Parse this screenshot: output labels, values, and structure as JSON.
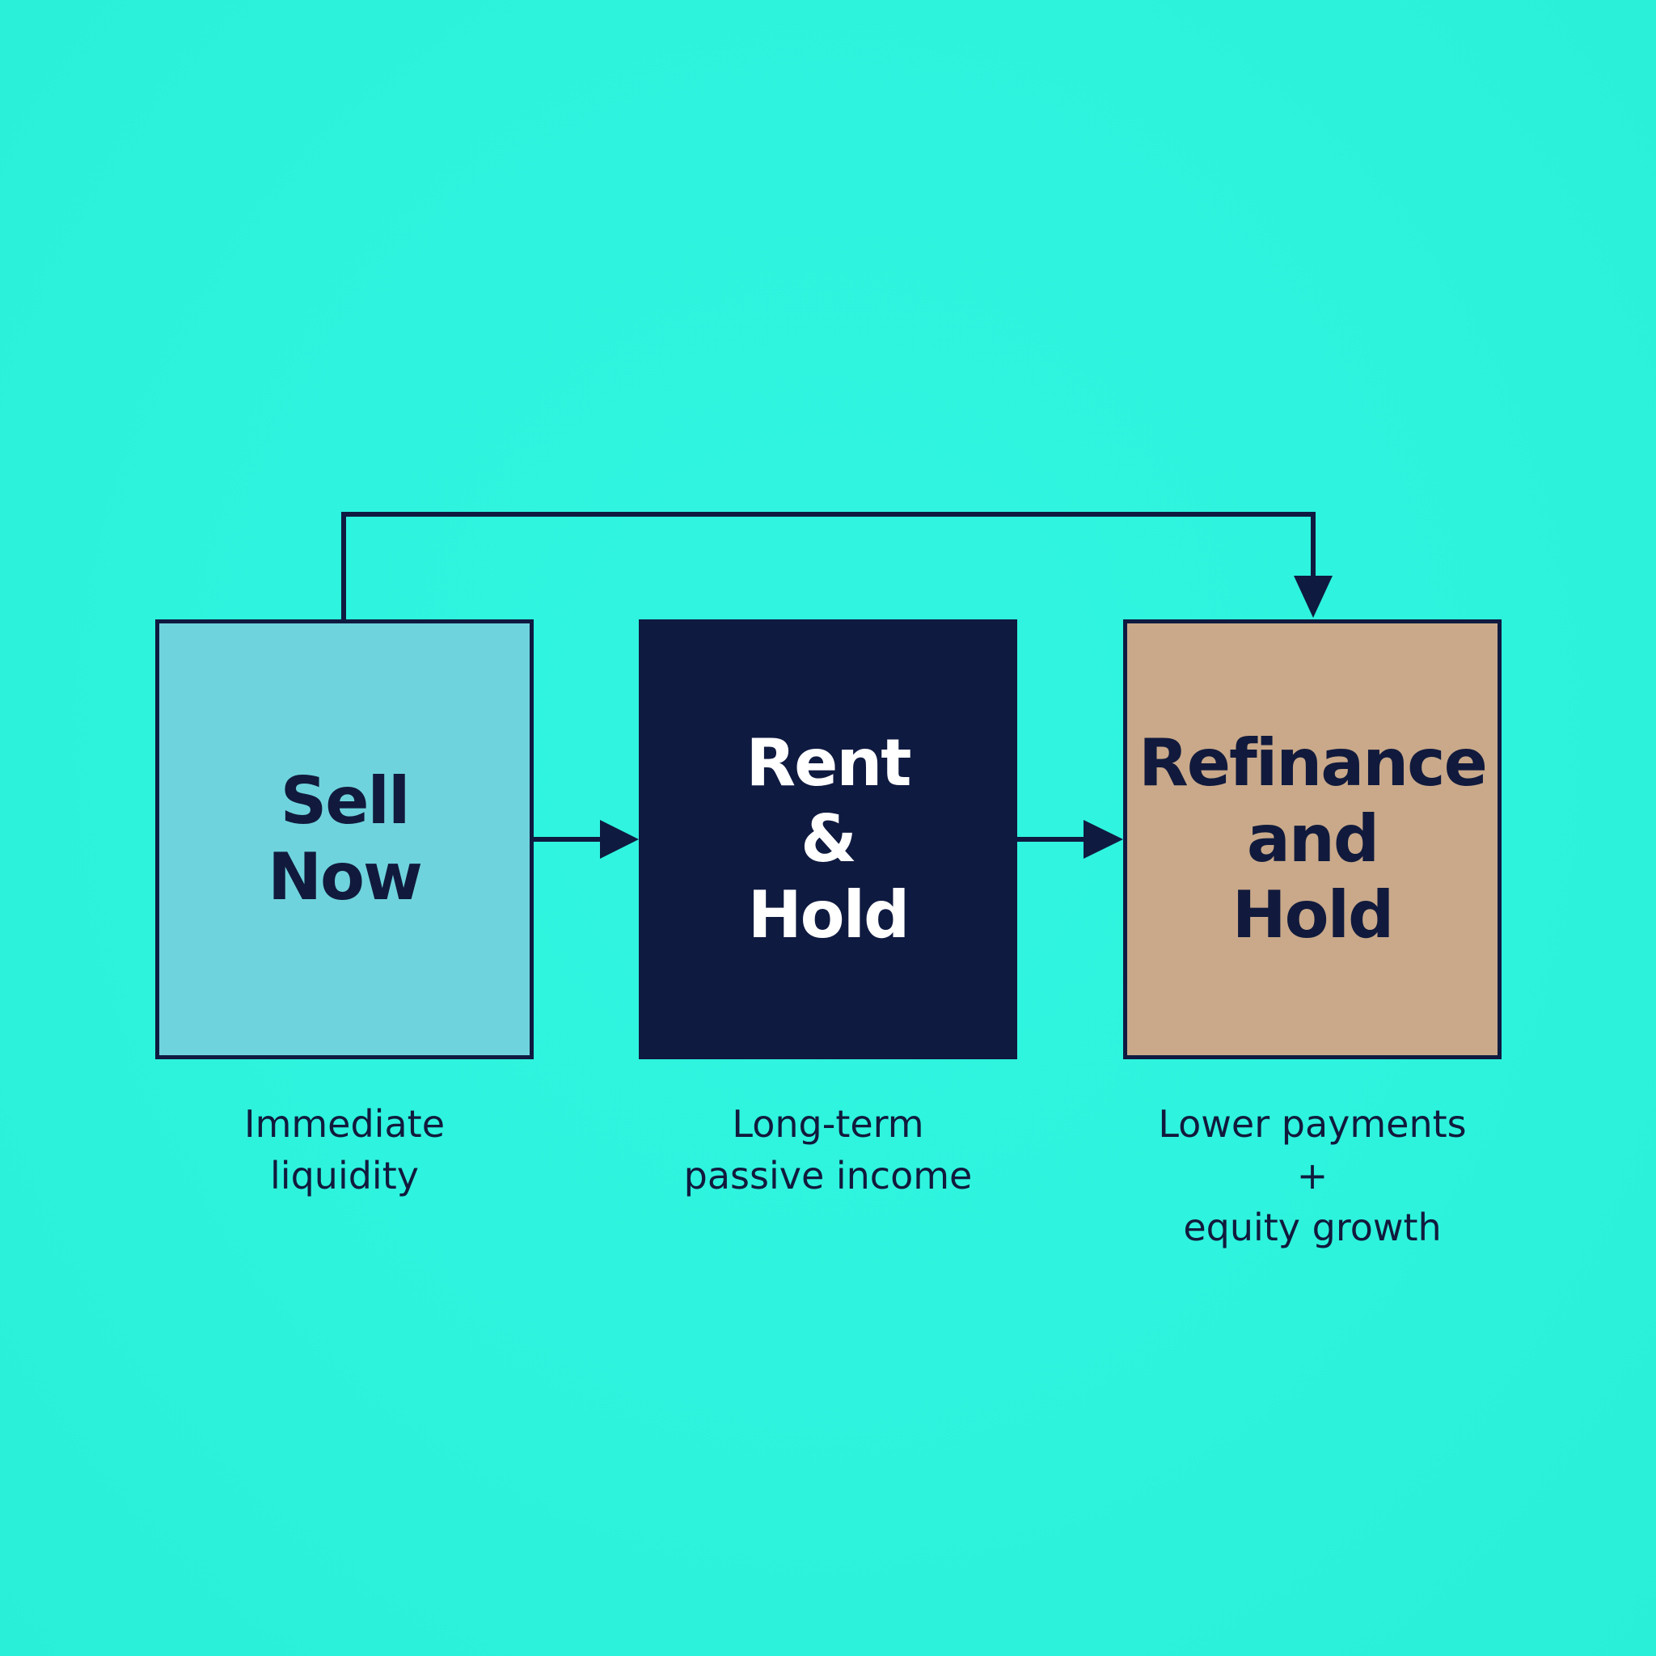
{
  "colors": {
    "background": "#2cf5df",
    "ink": "#111a3c",
    "sell_box": "#6fd3dd",
    "rent_box": "#0f1a40",
    "refinance_box": "#c9a98a"
  },
  "diagram": {
    "nodes": [
      {
        "id": "sell",
        "lines": [
          "Sell",
          "Now"
        ],
        "caption": [
          "Immediate",
          "liquidity"
        ]
      },
      {
        "id": "rent",
        "lines": [
          "Rent",
          "&",
          "Hold"
        ],
        "caption": [
          "Long-term",
          "passive income"
        ]
      },
      {
        "id": "refinance",
        "lines": [
          "Refinance",
          "and",
          "Hold"
        ],
        "caption": [
          "Lower payments",
          "+",
          "equity growth"
        ]
      }
    ],
    "edges": [
      {
        "from": "sell",
        "to": "rent"
      },
      {
        "from": "rent",
        "to": "refinance"
      },
      {
        "from": "sell",
        "to": "refinance"
      }
    ]
  }
}
